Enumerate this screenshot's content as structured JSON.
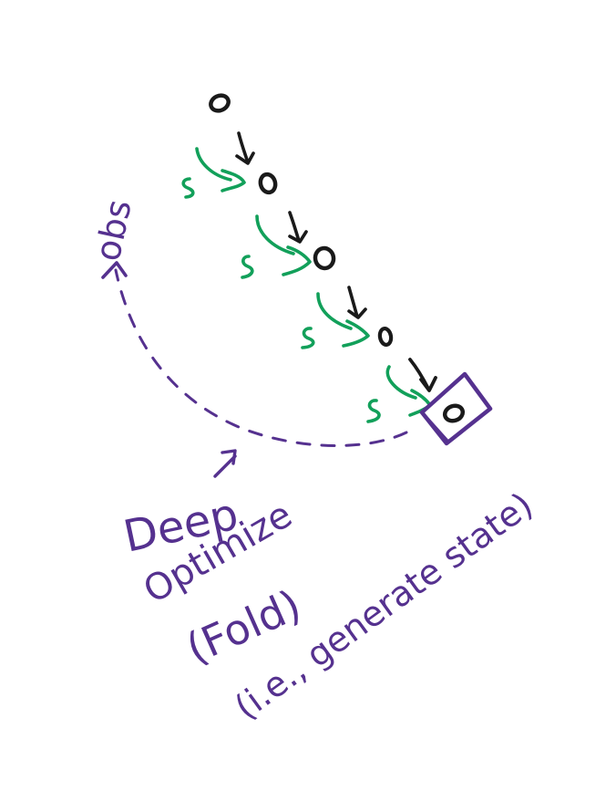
{
  "colors": {
    "black_ink": "#1a1a1a",
    "green_ink": "#12a05a",
    "purple_ink": "#55318f",
    "background": "#ffffff"
  },
  "diagram": {
    "states": [
      {
        "id": "s1",
        "symbol": "o"
      },
      {
        "id": "s2",
        "symbol": "o"
      },
      {
        "id": "s3",
        "symbol": "o"
      },
      {
        "id": "s4",
        "symbol": "o"
      },
      {
        "id": "s5",
        "symbol": "o",
        "boxed": true
      }
    ],
    "green_labels": [
      "s",
      "s",
      "s",
      "s"
    ],
    "obs_label": "obs",
    "deep_label": "Deep",
    "optimize_label": "Optimize",
    "fold_label": "(Fold)",
    "generate_label": "(i.e., generate state)"
  }
}
